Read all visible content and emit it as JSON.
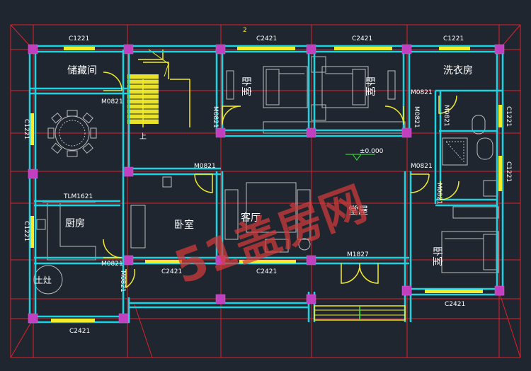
{
  "colors": {
    "background": "#1f2630",
    "grid": "#e0202a",
    "wall": "#19d3e0",
    "column": "#c040c0",
    "window": "#f4ec2a",
    "door": "#f4ec2a",
    "furniture": "#bdbdbd",
    "label": "#ffffff",
    "watermark": "#d23a3a"
  },
  "rooms": {
    "storage": "储藏间",
    "laundry": "洗衣房",
    "bedroom_nw": "卧室",
    "bedroom_ne": "卧室",
    "kitchen": "厨房",
    "bedroom_center": "卧室",
    "living": "客厅",
    "hall": "堂屋",
    "bedroom_se": "卧室",
    "stove": "土灶"
  },
  "windows": {
    "top_left": "C1221",
    "top_mid_left": "C2421",
    "top_mid_right": "C2421",
    "top_right": "C1221",
    "left_upper": "C1221",
    "left_lower": "C1221",
    "right_upper": "C1221",
    "right_lower": "C1221",
    "bottom_left": "C2421",
    "bottom_center_left": "C2421",
    "bottom_center": "C2421",
    "bottom_right": "C2421"
  },
  "doors": {
    "storage": "M0821",
    "bedroom_nw": "M0821",
    "laundry": "M0821",
    "bedroom_ne": "M0821",
    "bedroom_center": "M0821",
    "hall": "M0821",
    "kitchen": "M0821",
    "bath": "M0821",
    "kitchen_bottom": "M0821",
    "stove": "M0821",
    "main_entrance": "M1827",
    "kitchen_slide": "TLM1621"
  },
  "misc": {
    "stair_up": "上",
    "elevation": "±0.000",
    "grid_mark": "2"
  },
  "watermark": "51盖房网"
}
